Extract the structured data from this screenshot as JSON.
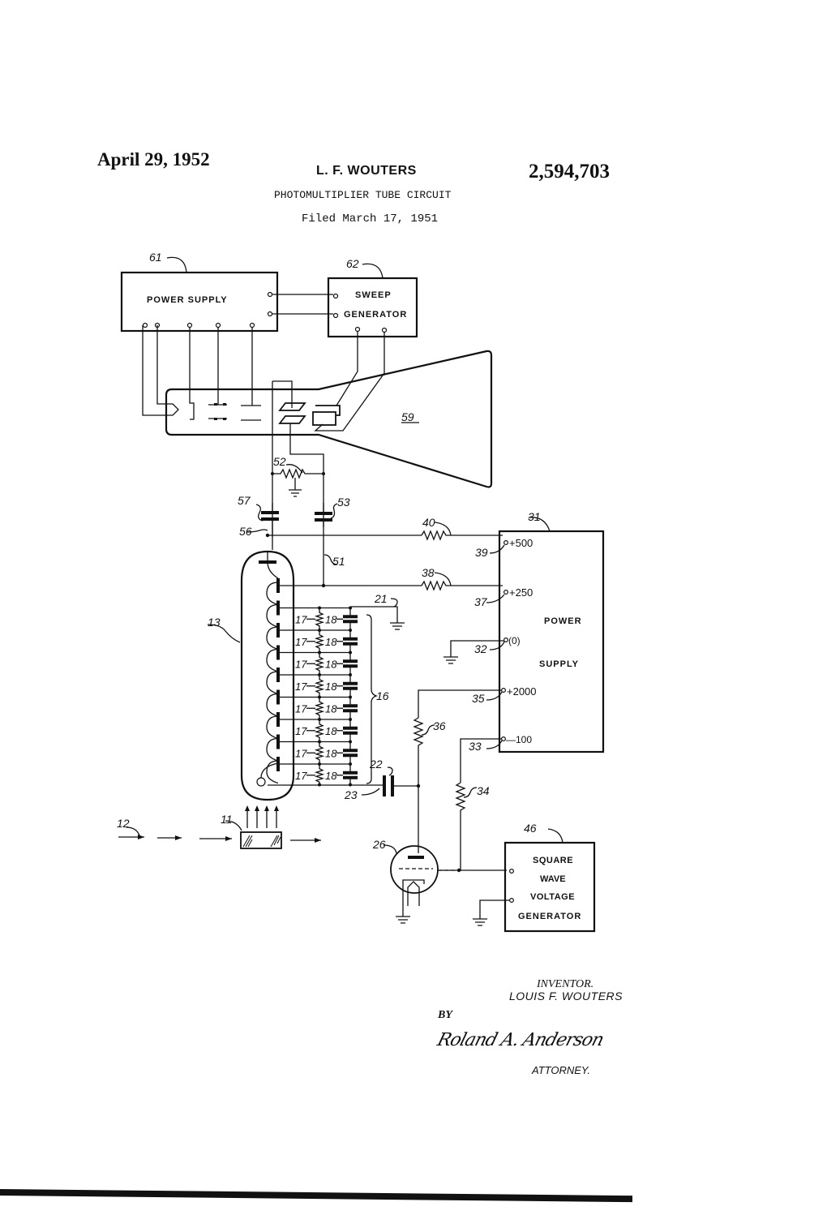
{
  "header": {
    "date": "April 29, 1952",
    "inventor_name": "L. F. WOUTERS",
    "patent_number": "2,594,703",
    "title": "PHOTOMULTIPLIER TUBE CIRCUIT",
    "filed": "Filed March 17, 1951"
  },
  "blocks": {
    "power_supply_top": {
      "ref": "61",
      "label": "POWER SUPPLY"
    },
    "sweep_generator": {
      "ref": "62",
      "line1": "SWEEP",
      "line2": "GENERATOR"
    },
    "crt": {
      "ref": "59"
    },
    "power_supply_main": {
      "ref": "31",
      "line1": "POWER",
      "line2": "SUPPLY",
      "terminals": [
        {
          "ref": "39",
          "voltage": "+500"
        },
        {
          "ref": "37",
          "voltage": "+250"
        },
        {
          "ref": "32",
          "voltage": "(0)"
        },
        {
          "ref": "35",
          "voltage": "+2000"
        },
        {
          "ref": "33",
          "voltage": "—100"
        }
      ]
    },
    "square_wave_generator": {
      "ref": "46",
      "line1": "SQUARE",
      "line2": "WAVE",
      "line3": "VOLTAGE",
      "line4": "GENERATOR"
    }
  },
  "refs": {
    "r52": "52",
    "c57": "57",
    "c53": "53",
    "n56": "56",
    "w51": "51",
    "r40": "40",
    "r38": "38",
    "g21": "21",
    "tube13": "13",
    "r17": "17",
    "c18": "18",
    "net16": "16",
    "c22": "22",
    "n23": "23",
    "r36": "36",
    "r34": "34",
    "tube26": "26",
    "beam12": "12",
    "crystal11": "11"
  },
  "footer": {
    "inventor_label": "INVENTOR.",
    "inventor_full_name": "LOUIS F. WOUTERS",
    "by": "BY",
    "signature": "Roland A. Anderson",
    "attorney_label": "ATTORNEY."
  }
}
